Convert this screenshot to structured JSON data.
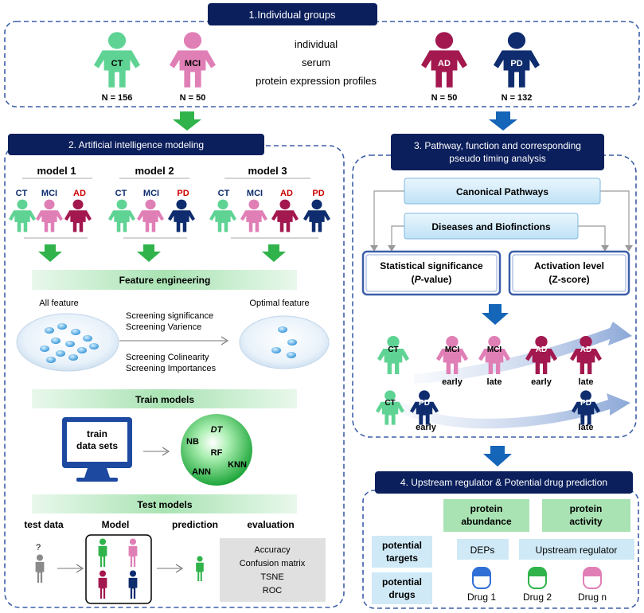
{
  "colors": {
    "navy": "#0b1f5c",
    "ct": "#5fd394",
    "mci": "#e07fb6",
    "ad": "#a3184f",
    "pd": "#0e2c6e",
    "green_bar": "#a9e3b3",
    "blue_box": "#cfe9f7",
    "arrow_green": "#2fb34a",
    "arrow_blue": "#1565b8",
    "gray_box": "#e0e0e0",
    "dashed": "#3d5ea8"
  },
  "section1": {
    "title": "1.Individual groups",
    "groups": [
      {
        "label": "CT",
        "n": "N = 156"
      },
      {
        "label": "MCI",
        "n": "N = 50"
      },
      {
        "label": "AD",
        "n": "N = 50"
      },
      {
        "label": "PD",
        "n": "N = 132"
      }
    ],
    "desc": [
      "individual",
      "serum",
      "protein expression profiles"
    ]
  },
  "section2": {
    "title": "2. Artificial intelligence modeling",
    "models": [
      {
        "title": "model 1",
        "labels": [
          "CT",
          "MCI",
          "AD"
        ]
      },
      {
        "title": "model 2",
        "labels": [
          "CT",
          "MCI",
          "PD"
        ]
      },
      {
        "title": "model 3",
        "labels": [
          "CT",
          "MCI",
          "AD",
          "PD"
        ]
      }
    ],
    "feature_engineering": "Feature engineering",
    "all_feature": "All feature",
    "optimal_feature": "Optimal feature",
    "screening": [
      "Screening significance",
      "Screening Varience",
      "Screening Colinearity",
      "Screening Importances"
    ],
    "train_models": "Train models",
    "train_data": [
      "train",
      "data sets"
    ],
    "algorithms": [
      "DT",
      "NB",
      "RF",
      "KNN",
      "ANN"
    ],
    "test_models": "Test models",
    "test_headers": [
      "test data",
      "Model",
      "prediction",
      "evaluation"
    ],
    "question_mark": "?",
    "evaluation": [
      "Accuracy",
      "Confusion matrix",
      "TSNE",
      "ROC"
    ]
  },
  "section3": {
    "title_line1": "3. Pathway, function and corresponding",
    "title_line2": "pseudo timing analysis",
    "canonical": "Canonical Pathways",
    "diseases": "Diseases and Biofinctions",
    "stat_line1": "Statistical significance",
    "stat_line2_p": "P",
    "stat_line2_rest": "-value)",
    "activation_line1": "Activation level",
    "activation_line2": "(Z-score)",
    "row1": {
      "figures": [
        "CT",
        "MCI",
        "MCI",
        "AD",
        "AD"
      ],
      "stages": [
        "early",
        "late",
        "early",
        "late"
      ]
    },
    "row2": {
      "figures": [
        "CT",
        "PD",
        "PD"
      ],
      "stages": [
        "early",
        "late"
      ]
    }
  },
  "section4": {
    "title": "4. Upstream regulator & Potential drug prediction",
    "protein_abundance": [
      "protein",
      "abundance"
    ],
    "protein_activity": [
      "protein",
      "activity"
    ],
    "potential_targets": [
      "potential",
      "targets"
    ],
    "deps": "DEPs",
    "upstream_regulator": "Upstream regulator",
    "potential_drugs": [
      "potential",
      "drugs"
    ],
    "drugs": [
      "Drug 1",
      "Drug 2",
      "Drug n"
    ]
  }
}
